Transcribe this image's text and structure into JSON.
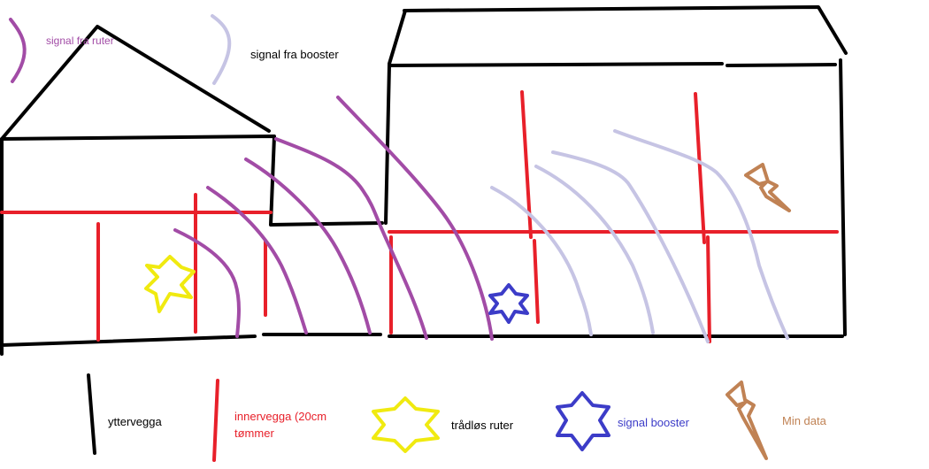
{
  "labels": {
    "signal_router": "signal fra ruter",
    "signal_booster": "signal fra booster"
  },
  "legend": {
    "outer_wall": "yttervegga",
    "inner_wall_line1": "innervegga (20cm",
    "inner_wall_line2": "tømmer",
    "router": "trådløs ruter",
    "booster": "signal booster",
    "my_computer": "Min data"
  },
  "colors": {
    "outer_wall": "#000000",
    "inner_wall": "#e8202a",
    "router": "#f0ea10",
    "booster": "#3c3cc8",
    "signal_router": "#a24ca6",
    "signal_booster": "#c6c4e4",
    "my_computer": "#c08254"
  },
  "icons": {
    "router": "star-icon",
    "booster": "star-icon",
    "my_computer": "lightning-icon"
  }
}
